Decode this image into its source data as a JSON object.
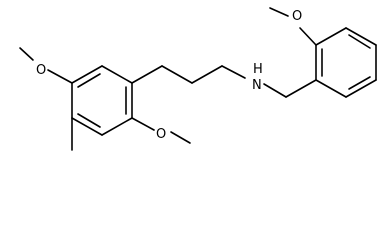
{
  "molecule": {
    "atom_labels": {
      "oxygen_top_left": "O",
      "oxygen_bottom_left": "O",
      "amine": "H",
      "amine_n": "N",
      "oxygen_top_right": "O"
    }
  },
  "colors": {
    "bond": "#000000",
    "text": "#000000",
    "background": "#ffffff"
  }
}
